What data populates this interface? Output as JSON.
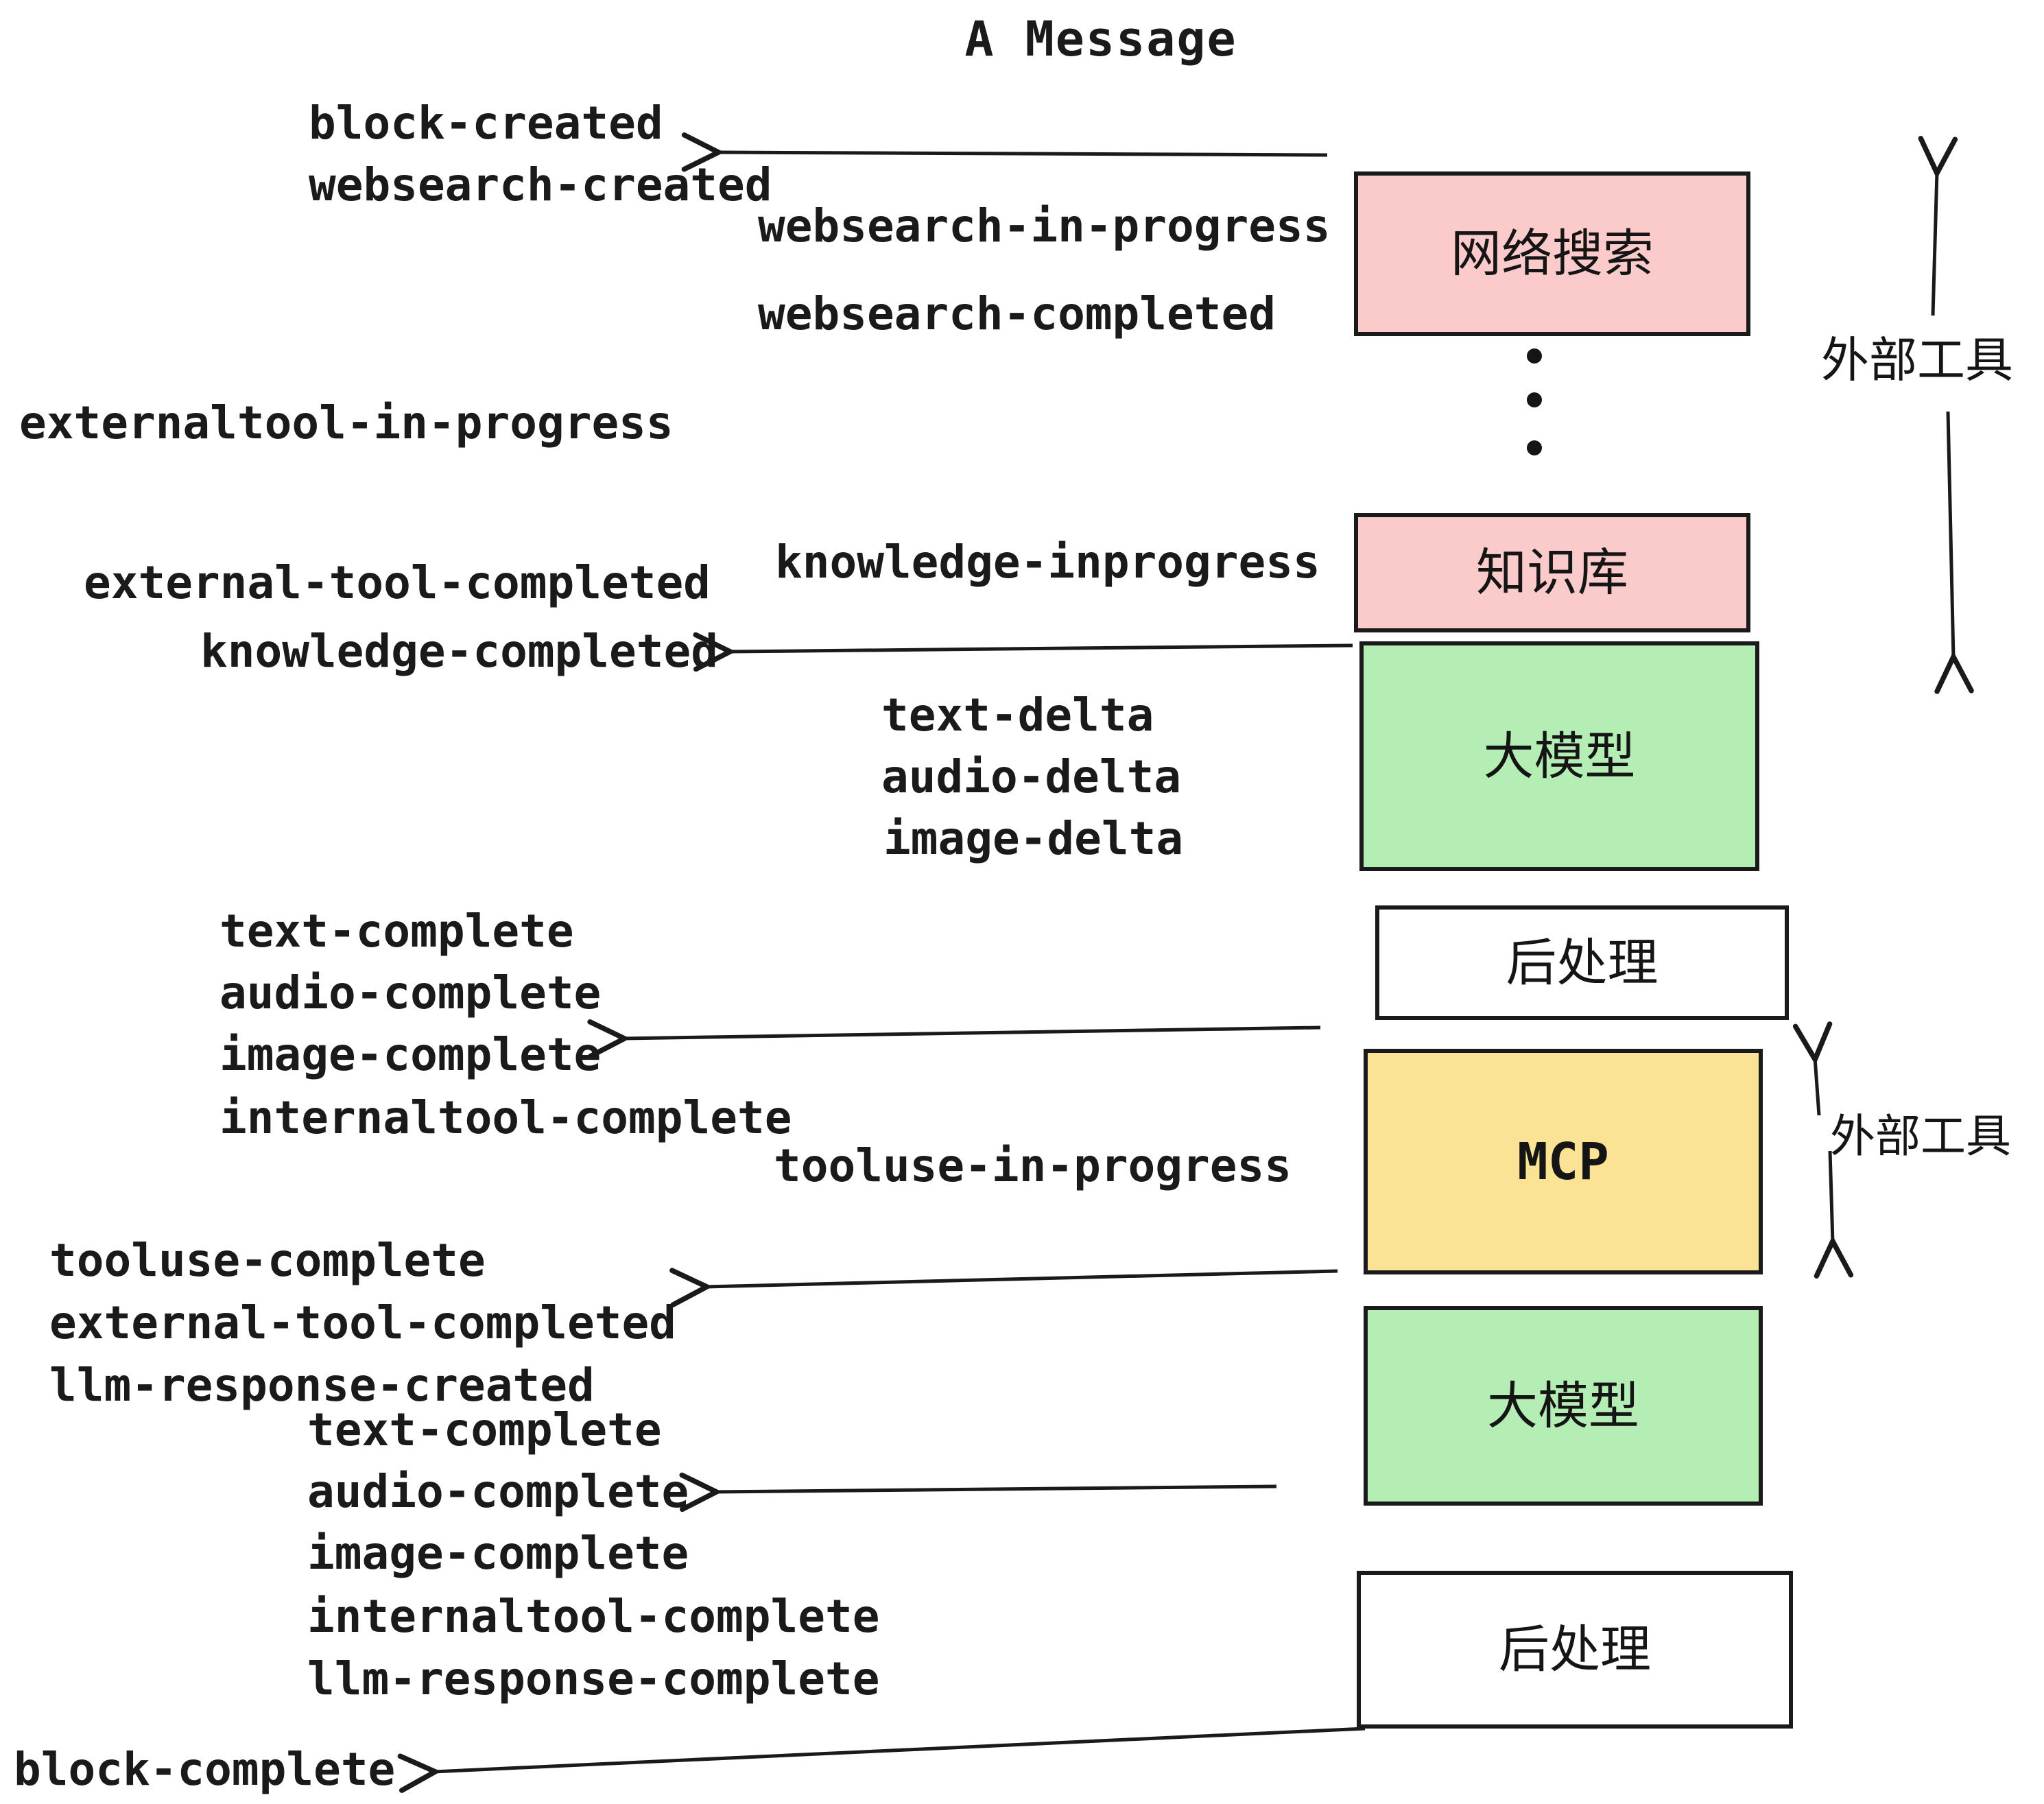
{
  "title": "A Message",
  "colors": {
    "pink": "#fbcaca",
    "green": "#b5eeb5",
    "yellow": "#fae394",
    "white": "#ffffff",
    "ink": "#1a1a1a"
  },
  "event_labels": [
    {
      "id": "block-created",
      "text": "block-created"
    },
    {
      "id": "websearch-created",
      "text": "websearch-created"
    },
    {
      "id": "websearch-in-progress",
      "text": "websearch-in-progress"
    },
    {
      "id": "websearch-completed",
      "text": "websearch-completed"
    },
    {
      "id": "externaltool-in-progress",
      "text": "externaltool-in-progress"
    },
    {
      "id": "knowledge-inprogress",
      "text": "knowledge-inprogress"
    },
    {
      "id": "external-tool-completed",
      "text": "external-tool-completed"
    },
    {
      "id": "knowledge-completed",
      "text": "knowledge-completed"
    },
    {
      "id": "text-delta-1",
      "text": "text-delta"
    },
    {
      "id": "audio-delta-1",
      "text": "audio-delta"
    },
    {
      "id": "image-delta-1",
      "text": "image-delta"
    },
    {
      "id": "text-complete-1",
      "text": "text-complete"
    },
    {
      "id": "audio-complete-1",
      "text": "audio-complete"
    },
    {
      "id": "image-complete-1",
      "text": "image-complete"
    },
    {
      "id": "internaltool-complete-1",
      "text": "internaltool-complete"
    },
    {
      "id": "tooluse-in-progress",
      "text": "tooluse-in-progress"
    },
    {
      "id": "tooluse-complete",
      "text": "tooluse-complete"
    },
    {
      "id": "external-tool-completed-2",
      "text": "external-tool-completed"
    },
    {
      "id": "llm-response-created",
      "text": "llm-response-created"
    },
    {
      "id": "text-complete-2",
      "text": "text-complete"
    },
    {
      "id": "audio-complete-2",
      "text": "audio-complete"
    },
    {
      "id": "image-complete-2",
      "text": "image-complete"
    },
    {
      "id": "internaltool-complete-2",
      "text": "internaltool-complete"
    },
    {
      "id": "llm-response-complete",
      "text": "llm-response-complete"
    },
    {
      "id": "block-complete",
      "text": "block-complete"
    }
  ],
  "pipeline_boxes": [
    {
      "id": "websearch",
      "label": "网络搜索",
      "color": "pink"
    },
    {
      "id": "knowledge",
      "label": "知识库",
      "color": "pink"
    },
    {
      "id": "llm-1",
      "label": "大模型",
      "color": "green"
    },
    {
      "id": "postprocess-1",
      "label": "后处理",
      "color": "white"
    },
    {
      "id": "mcp",
      "label": "MCP",
      "color": "yellow"
    },
    {
      "id": "llm-2",
      "label": "大模型",
      "color": "green"
    },
    {
      "id": "postprocess-2",
      "label": "后处理",
      "color": "white"
    }
  ],
  "side_annotations": [
    {
      "id": "external-tools-top",
      "text": "外部工具"
    },
    {
      "id": "external-tools-mcp",
      "text": "外部工具"
    }
  ]
}
